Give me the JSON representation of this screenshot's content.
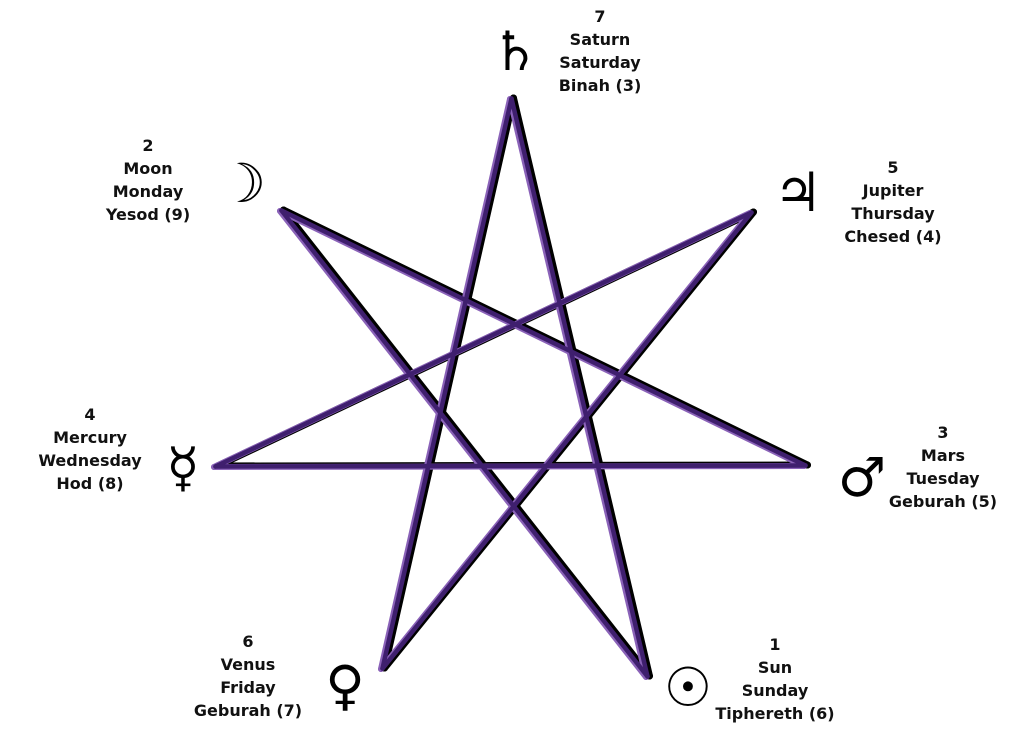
{
  "title": "Heptagram of the seven classical planets",
  "colors": {
    "line_dark": "#000000",
    "line_purple": "#3f1f6e",
    "line_purple_light": "#8a62b8"
  },
  "planets": {
    "saturn": {
      "number": "7",
      "planet": "Saturn",
      "day": "Saturday",
      "sephirah": "Binah (3)",
      "symbol": "♄",
      "icon": "saturn-icon"
    },
    "jupiter": {
      "number": "5",
      "planet": "Jupiter",
      "day": "Thursday",
      "sephirah": "Chesed (4)",
      "symbol": "♃",
      "icon": "jupiter-icon"
    },
    "mars": {
      "number": "3",
      "planet": "Mars",
      "day": "Tuesday",
      "sephirah": "Geburah (5)",
      "symbol": "♂",
      "icon": "mars-icon"
    },
    "sun": {
      "number": "1",
      "planet": "Sun",
      "day": "Sunday",
      "sephirah": "Tiphereth (6)",
      "symbol": "☉",
      "icon": "sun-icon"
    },
    "venus": {
      "number": "6",
      "planet": "Venus",
      "day": "Friday",
      "sephirah": "Geburah (7)",
      "symbol": "♀",
      "icon": "venus-icon"
    },
    "mercury": {
      "number": "4",
      "planet": "Mercury",
      "day": "Wednesday",
      "sephirah": "Hod (8)",
      "symbol": "☿",
      "icon": "mercury-icon"
    },
    "moon": {
      "number": "2",
      "planet": "Moon",
      "day": "Monday",
      "sephirah": "Yesod (9)",
      "symbol": "☽",
      "icon": "moon-icon"
    }
  }
}
